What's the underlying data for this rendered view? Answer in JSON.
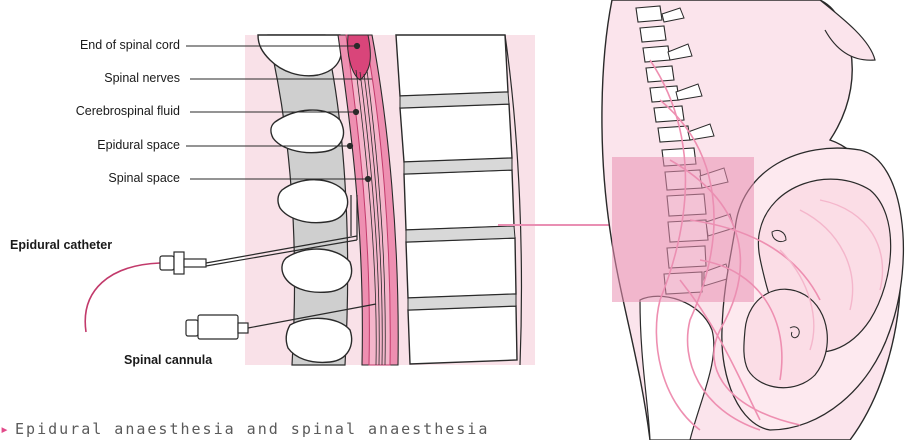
{
  "labels": {
    "end_of_spinal_cord": "End of spinal cord",
    "spinal_nerves": "Spinal nerves",
    "cerebrospinal_fluid": "Cerebrospinal fluid",
    "epidural_space": "Epidural space",
    "spinal_space": "Spinal space",
    "epidural_catheter": "Epidural catheter",
    "spinal_cannula": "Spinal cannula"
  },
  "caption": "Epidural anaesthesia and spinal anaesthesia",
  "colors": {
    "pink_bg": "#f9e1e8",
    "pink_dark": "#d9457a",
    "pink_mid": "#ee8fb1",
    "pink_soft": "#f4b6cb",
    "bone": "#ffffff",
    "outline": "#2a2a2a",
    "disc": "#d8d8d8",
    "highlight": "#e98fb3",
    "caption_marker": "#e24a8a"
  },
  "icons": {
    "caption_marker": "chevron-right-icon"
  }
}
